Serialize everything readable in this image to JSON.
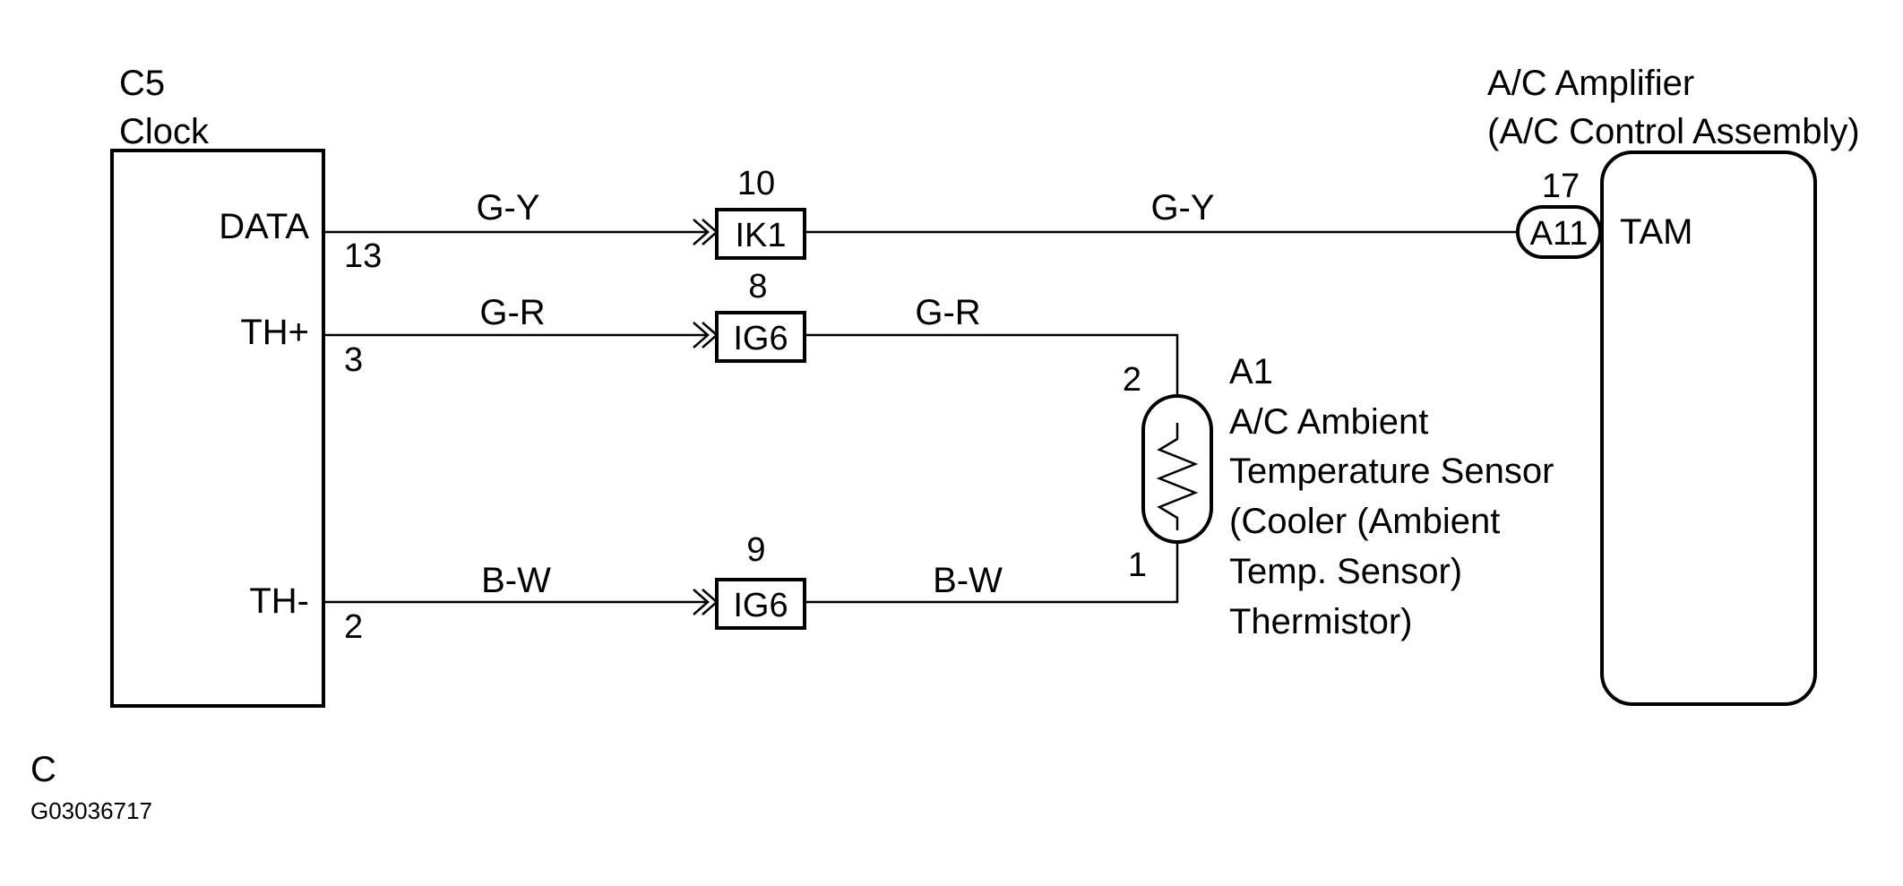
{
  "clock": {
    "code": "C5",
    "name": "Clock",
    "pins": [
      {
        "label": "DATA",
        "number": "13"
      },
      {
        "label": "TH+",
        "number": "3"
      },
      {
        "label": "TH-",
        "number": "2"
      }
    ]
  },
  "wires": {
    "data_left": "G-Y",
    "data_right": "G-Y",
    "thp_left": "G-R",
    "thp_right": "G-R",
    "thm_left": "B-W",
    "thm_right": "B-W"
  },
  "connectors": [
    {
      "id": "IK1",
      "pin": "10"
    },
    {
      "id": "IG6",
      "pin": "8"
    },
    {
      "id": "IG6",
      "pin": "9"
    }
  ],
  "sensor": {
    "code": "A1",
    "name_lines": [
      "A/C Ambient",
      "Temperature Sensor",
      "(Cooler (Ambient",
      "Temp. Sensor)",
      "Thermistor)"
    ],
    "pin_top": "2",
    "pin_bottom": "1"
  },
  "amplifier": {
    "title": "A/C Amplifier",
    "subtitle": "(A/C Control Assembly)",
    "connector": "A11",
    "pin": "17",
    "terminal": "TAM"
  },
  "footer": {
    "section": "C",
    "figure_code": "G03036717"
  }
}
